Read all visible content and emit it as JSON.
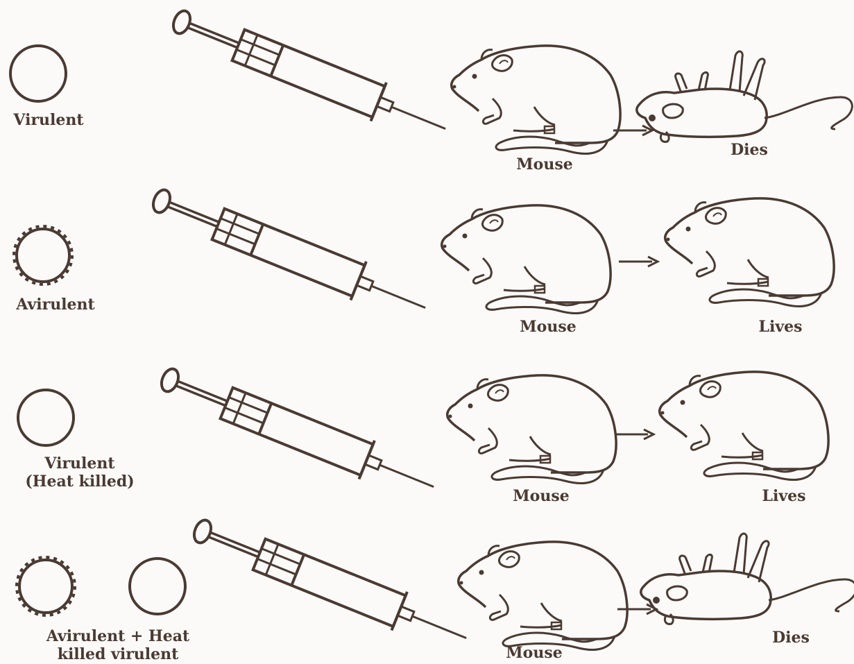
{
  "colors": {
    "ink": "#4a3a32",
    "paper": "#fbfaf8"
  },
  "rows": [
    {
      "bacteria_label_lines": [
        "Virulent"
      ],
      "bacteria": [
        "smooth-cell-icon"
      ],
      "mouse_label": "Mouse",
      "outcome_label": "Dies",
      "outcome_icon": "dead-mouse-icon"
    },
    {
      "bacteria_label_lines": [
        "Avirulent"
      ],
      "bacteria": [
        "rough-cell-icon"
      ],
      "mouse_label": "Mouse",
      "outcome_label": "Lives",
      "outcome_icon": "live-mouse-icon"
    },
    {
      "bacteria_label_lines": [
        "Virulent",
        "(Heat killed)"
      ],
      "bacteria": [
        "smooth-cell-icon"
      ],
      "mouse_label": "Mouse",
      "outcome_label": "Lives",
      "outcome_icon": "live-mouse-icon"
    },
    {
      "bacteria_label_lines": [
        "Avirulent + Heat",
        "killed virulent"
      ],
      "bacteria": [
        "rough-cell-icon",
        "smooth-cell-icon"
      ],
      "mouse_label": "Mouse",
      "outcome_label": "Dies",
      "outcome_icon": "dead-mouse-icon"
    }
  ]
}
